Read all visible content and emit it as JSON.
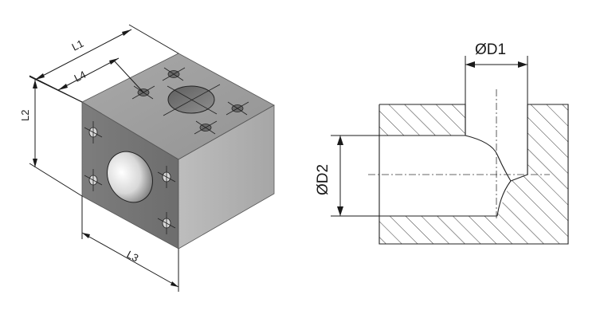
{
  "iso_view": {
    "labels": {
      "length_top": "L1",
      "height": "L2",
      "length_front": "L3",
      "hole_offset": "L4"
    }
  },
  "section_view": {
    "labels": {
      "top_bore_diameter": "ØD1",
      "side_bore_diameter": "ØD2"
    }
  }
}
